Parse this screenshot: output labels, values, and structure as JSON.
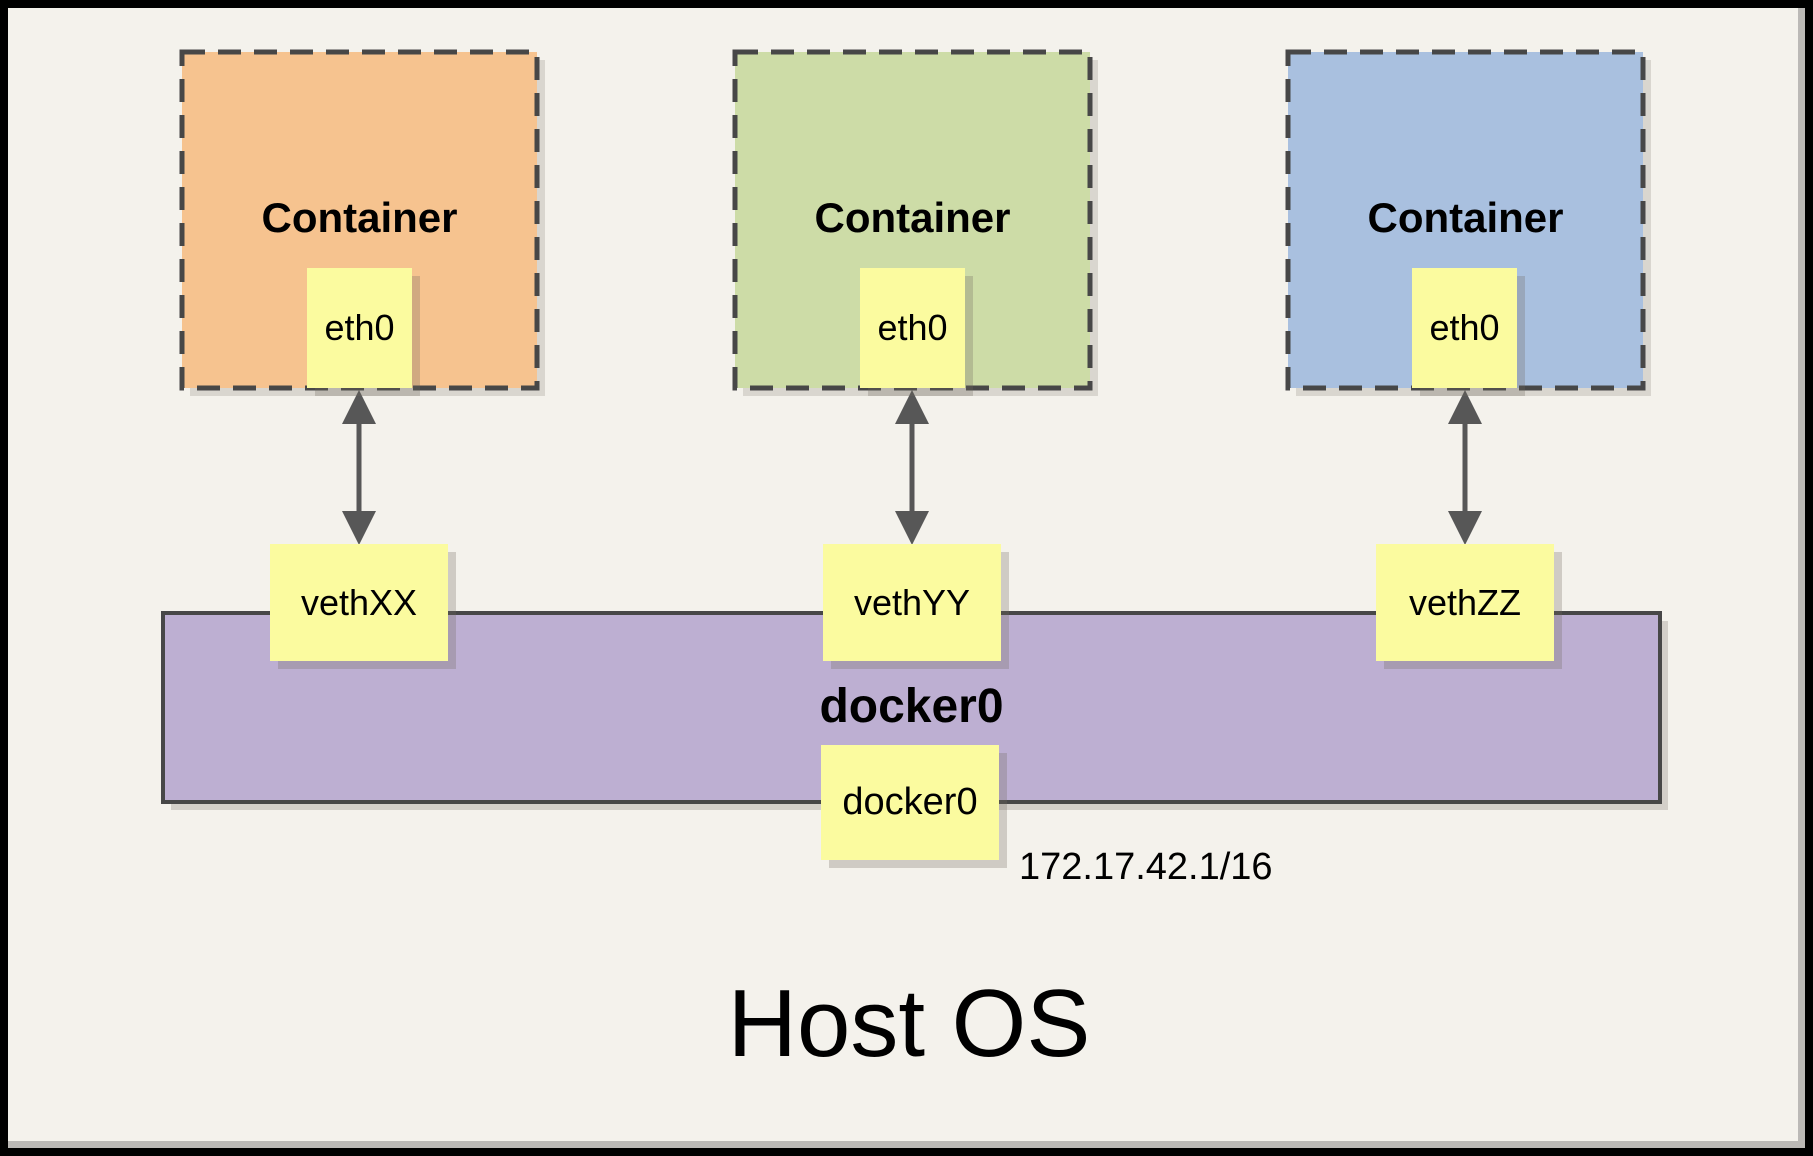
{
  "page": {
    "background_color": "#F4F2EC",
    "frame_color": "#000000",
    "edge_shadow_color": "#BBB9B6"
  },
  "diagram": {
    "host_label": "Host OS",
    "interface_box_color": "#FBFB9F",
    "arrow_color": "#575757",
    "dash_border_color": "#474747",
    "bridge": {
      "label": "docker0",
      "interface_label": "docker0",
      "ip": "172.17.42.1/16",
      "color": "#BDAFD2"
    },
    "containers": [
      {
        "label": "Container",
        "interface_label": "eth0",
        "veth_label": "vethXX",
        "color": "#F6C38F"
      },
      {
        "label": "Container",
        "interface_label": "eth0",
        "veth_label": "vethYY",
        "color": "#CDDCA7"
      },
      {
        "label": "Container",
        "interface_label": "eth0",
        "veth_label": "vethZZ",
        "color": "#A9C0DF"
      }
    ]
  }
}
